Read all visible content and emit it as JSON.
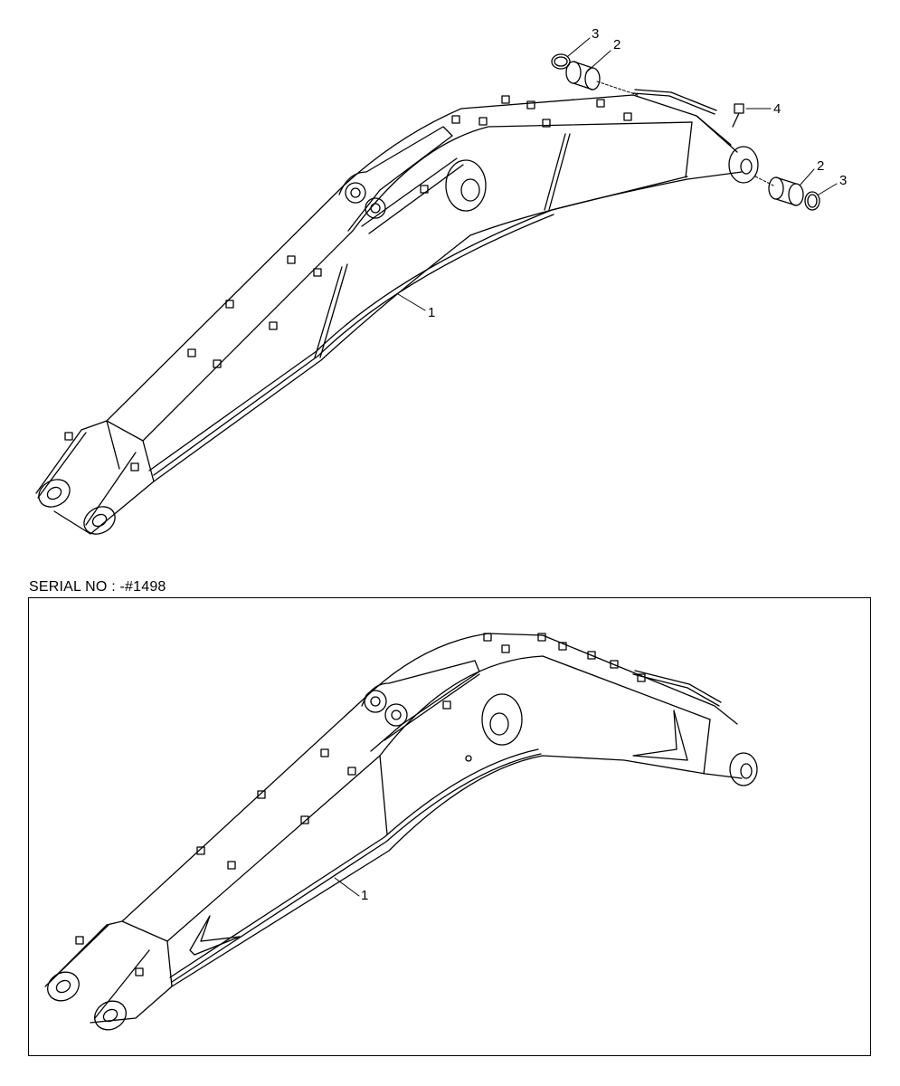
{
  "serial_label": "SERIAL NO : -#1498",
  "top_view": {
    "callouts": {
      "boom": "1",
      "bushing_left": "2",
      "ring_left": "3",
      "fitting": "4",
      "bushing_right": "2",
      "ring_right": "3"
    }
  },
  "bottom_view": {
    "callouts": {
      "boom": "1"
    }
  }
}
